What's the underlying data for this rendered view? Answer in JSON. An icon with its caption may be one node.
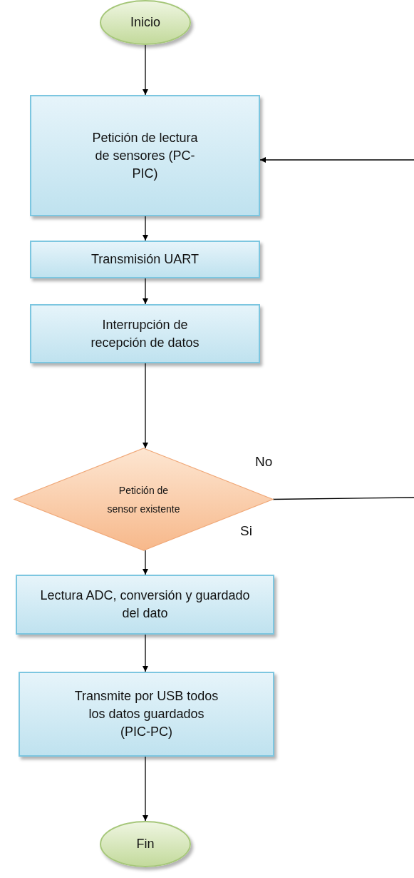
{
  "diagram": {
    "nodes": [
      {
        "text": [
          "Inicio"
        ]
      },
      {
        "text": [
          "Petición de lectura de sensores (PC-PIC)"
        ]
      },
      {
        "text": [
          "Transmisión UART"
        ]
      },
      {
        "text": [
          "Interrupción de recepción de datos"
        ]
      },
      {
        "text": [
          "Petición de sensor existente"
        ]
      },
      {
        "text": [
          "Lectura ADC, conversión y guardado del dato"
        ]
      },
      {
        "text": [
          "Transmite por USB todos los datos guardados (PIC-PC)"
        ]
      },
      {
        "text": [
          "Fin"
        ]
      }
    ],
    "edges": [
      {
        "from": 0,
        "to": 1,
        "arrow": "to"
      },
      {
        "from": 1,
        "to": 2,
        "arrow": "to"
      },
      {
        "from": 2,
        "to": 3,
        "arrow": "to"
      },
      {
        "from": 3,
        "to": 4,
        "arrow": "to"
      },
      {
        "from": 4,
        "to": 5,
        "arrow": "to"
      },
      {
        "from": 5,
        "to": 6,
        "arrow": "to"
      },
      {
        "from": 6,
        "to": 7,
        "arrow": "to"
      },
      {
        "from": 4,
        "to": null,
        "arrow": "none",
        "label": "No"
      },
      {
        "from": null,
        "to": 1,
        "arrow": "to"
      }
    ],
    "labels": [
      "Si"
    ]
  }
}
